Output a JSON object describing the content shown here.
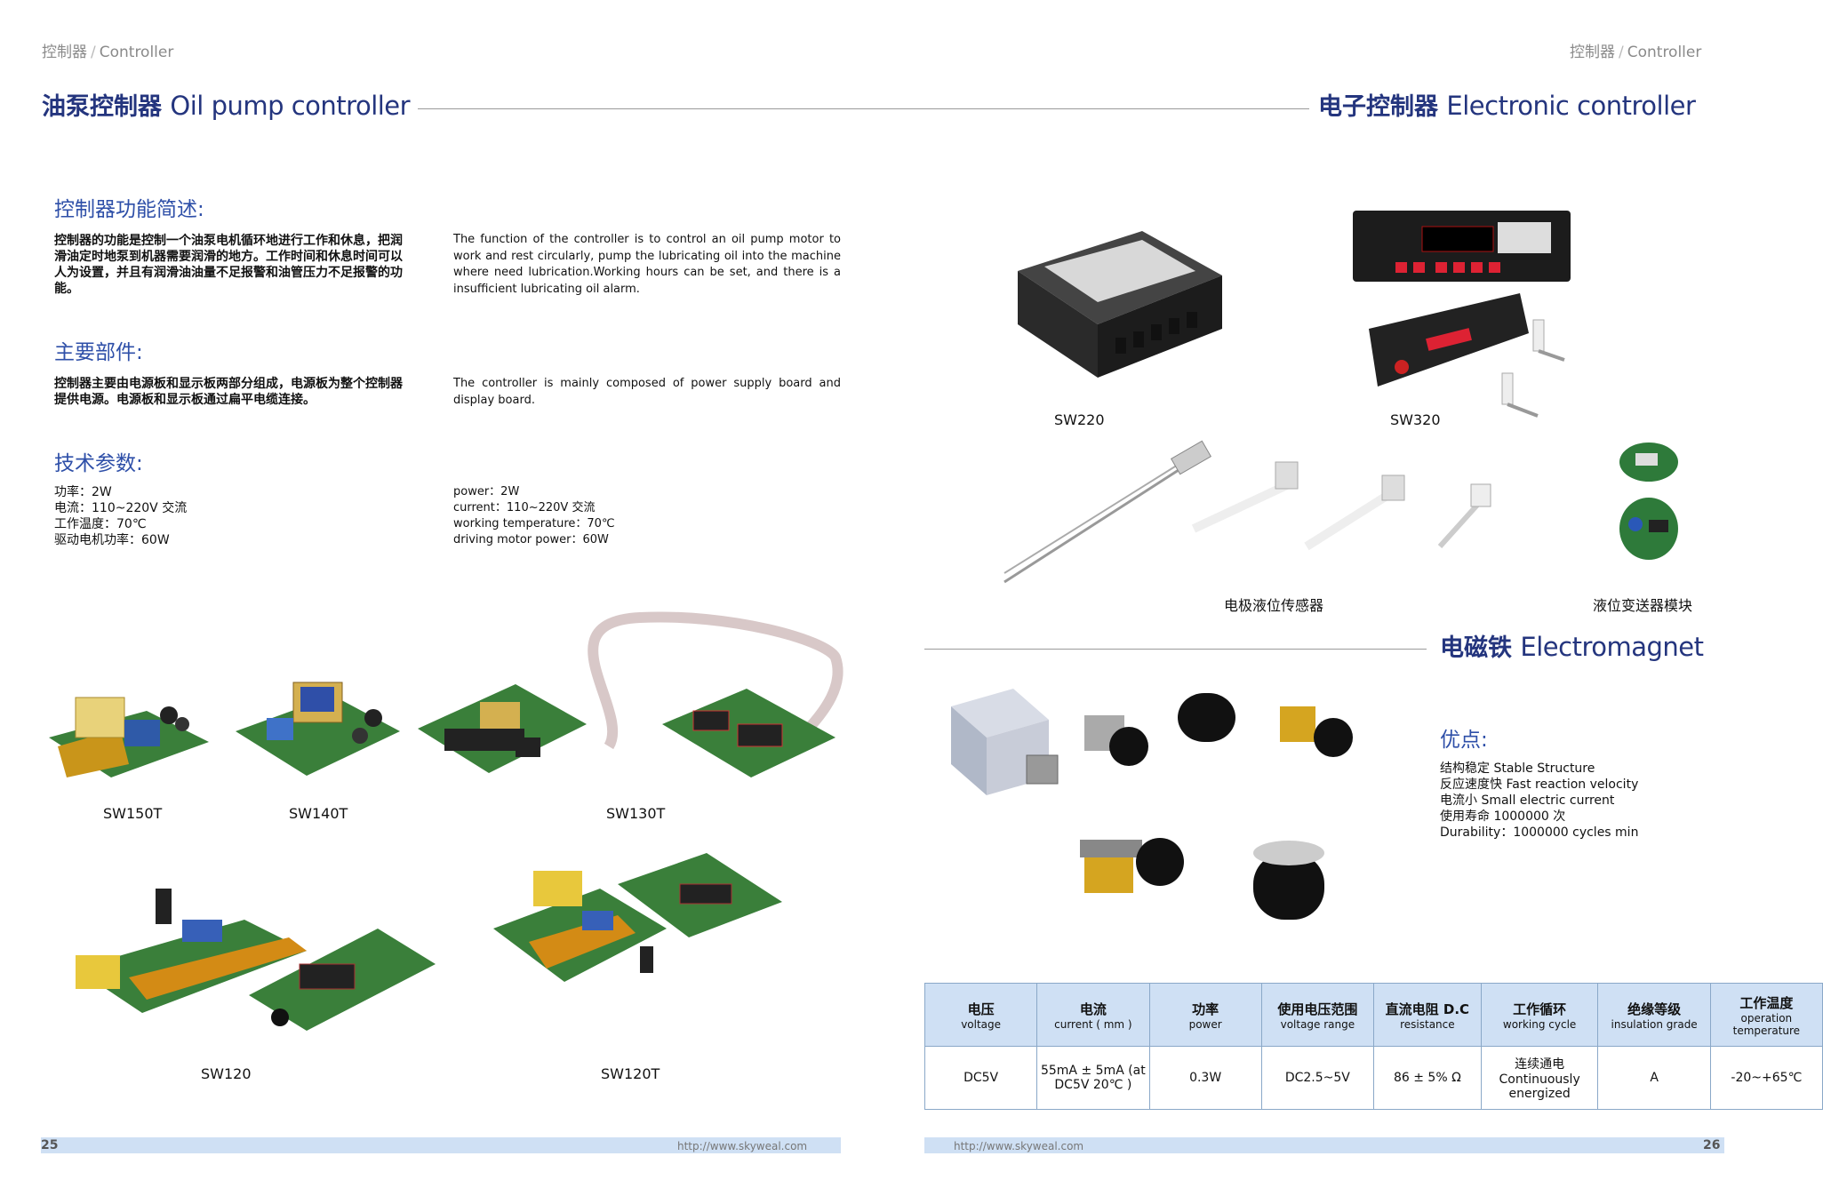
{
  "header_left": {
    "crumb_cn": "控制器",
    "crumb_en": "Controller",
    "title_cn": "油泵控制器",
    "title_en": "Oil pump controller"
  },
  "header_right": {
    "crumb_cn": "控制器",
    "crumb_en": "Controller",
    "title_cn": "电子控制器",
    "title_en": "Electronic controller"
  },
  "overview": {
    "heading": "控制器功能简述:",
    "cn": "控制器的功能是控制一个油泵电机循环地进行工作和休息，把润滑油定时地泵到机器需要润滑的地方。工作时间和休息时间可以人为设置，并且有润滑油油量不足报警和油管压力不足报警的功能。",
    "en": "The function of the controller is to control an oil pump motor to work and rest circularly, pump the lubricating oil into the machine where need lubrication.Working hours can be set, and there is a insufficient lubricating oil alarm."
  },
  "components": {
    "heading": "主要部件:",
    "cn": "控制器主要由电源板和显示板两部分组成，电源板为整个控制器提供电源。电源板和显示板通过扁平电缆连接。",
    "en": "The controller is mainly composed of power supply board and display board."
  },
  "params": {
    "heading": "技术参数:",
    "cn": [
      "功率：2W",
      "电流：110~220V 交流",
      "工作温度：70℃",
      "驱动电机功率：60W"
    ],
    "en": [
      "power：2W",
      "current：110~220V 交流",
      "working temperature：70℃",
      "driving motor power：60W"
    ]
  },
  "left_products": [
    "SW150T",
    "SW140T",
    "SW130T",
    "SW120",
    "SW120T"
  ],
  "right_products": [
    "SW220",
    "SW320"
  ],
  "sensor_labels": [
    "电极液位传感器",
    "液位变送器模块"
  ],
  "magnet": {
    "title_cn": "电磁铁",
    "title_en": "Electromagnet",
    "adv_heading": "优点:",
    "advantages": [
      "结构稳定   Stable Structure",
      "反应速度快   Fast reaction velocity",
      "电流小   Small electric current",
      "使用寿命 1000000 次",
      "Durability：1000000 cycles min"
    ]
  },
  "spec_table": {
    "headers": [
      {
        "cn": "电压",
        "en": "voltage"
      },
      {
        "cn": "电流",
        "en": "current ( mm )"
      },
      {
        "cn": "功率",
        "en": "power"
      },
      {
        "cn": "使用电压范围",
        "en": "voltage range"
      },
      {
        "cn": "直流电阻 D.C",
        "en": "resistance"
      },
      {
        "cn": "工作循环",
        "en": "working cycle"
      },
      {
        "cn": "绝缘等级",
        "en": "insulation grade"
      },
      {
        "cn": "工作温度",
        "en": "operation temperature"
      }
    ],
    "row": [
      "DC5V",
      "55mA ± 5mA (at DC5V 20℃ )",
      "0.3W",
      "DC2.5~5V",
      "86 ± 5% Ω",
      "连续通电 Continuously energized",
      "A",
      "-20~+65℃"
    ]
  },
  "footer": {
    "url": "http://www.skyweal.com",
    "page_left": "25",
    "page_right": "26"
  }
}
